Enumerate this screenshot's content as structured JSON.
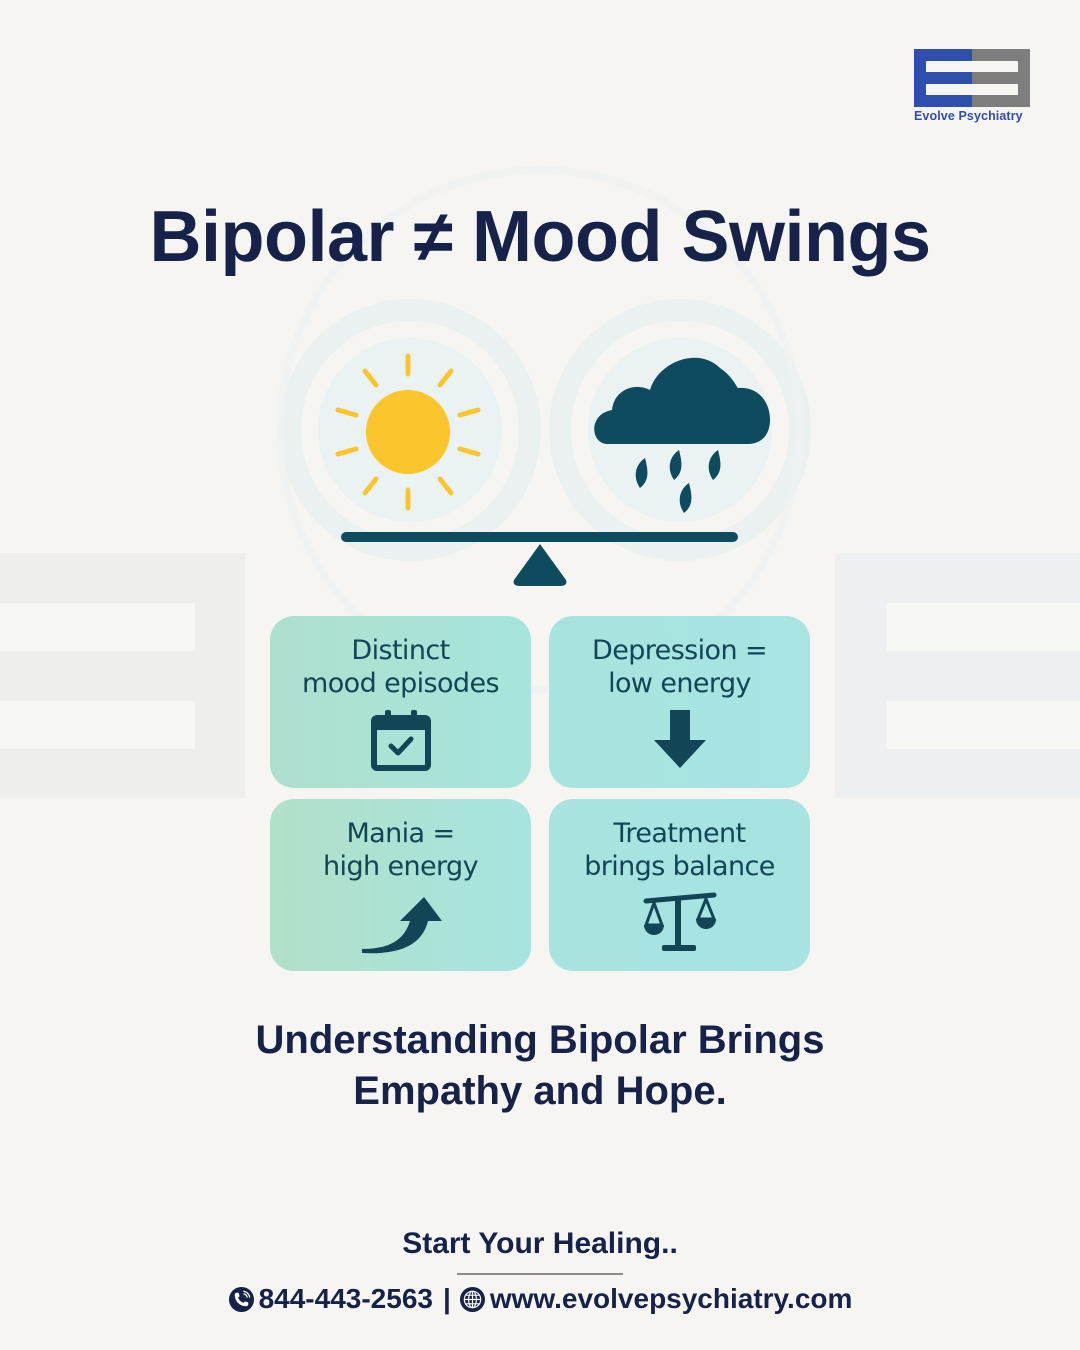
{
  "brand": {
    "name": "Evolve Psychiatry",
    "colors": {
      "blue": "#2f4fad",
      "grey": "#7d7d7d",
      "navy": "#16224a",
      "teal": "#124556"
    }
  },
  "header": {
    "title": "Bipolar ≠ Mood Swings"
  },
  "hero": {
    "left_icon": "sun-icon",
    "right_icon": "rain-cloud-icon",
    "base_icon": "seesaw-balance-icon",
    "colors": {
      "sun": "#fbc52e",
      "cloud": "#0f4b5e"
    }
  },
  "cards": [
    {
      "line1": "Distinct",
      "line2": "mood episodes",
      "icon": "calendar-check-icon"
    },
    {
      "line1": "Depression =",
      "line2": "low energy",
      "icon": "arrow-down-icon"
    },
    {
      "line1": "Mania =",
      "line2": "high energy",
      "icon": "curved-arrow-up-icon"
    },
    {
      "line1": "Treatment",
      "line2": "brings balance",
      "icon": "scales-icon"
    }
  ],
  "tagline": {
    "line1": "Understanding Bipolar Brings",
    "line2": "Empathy and Hope."
  },
  "footer": {
    "cta": "Start Your Healing..",
    "phone": "844-443-2563",
    "separator": "|",
    "website": "www.evolvepsychiatry.com",
    "phone_icon": "phone-icon",
    "website_icon": "globe-icon"
  }
}
